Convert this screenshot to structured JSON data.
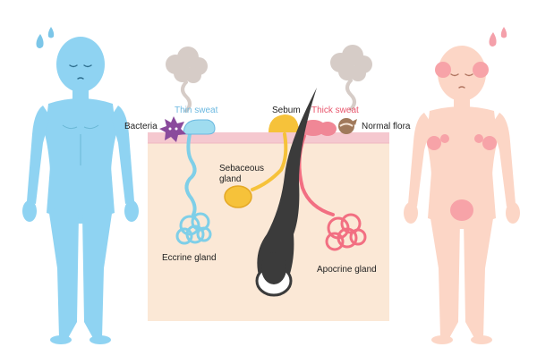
{
  "labels": {
    "thin_sweat": "Thin sweat",
    "bacteria": "Bacteria",
    "sebum": "Sebum",
    "thick_sweat": "Thick sweat",
    "normal_flora": "Normal flora",
    "sebaceous_gland_line1": "Sebaceous",
    "sebaceous_gland_line2": "gland",
    "eccrine_gland": "Eccrine gland",
    "apocrine_gland": "Apocrine gland"
  },
  "colors": {
    "blue_body": "#8fd3f2",
    "pink_body": "#fcd6c6",
    "pink_spots": "#f7a3a8",
    "skin_block": "#fbe8d6",
    "skin_top": "#f5c8cf",
    "eccrine": "#7fcfe8",
    "apocrine": "#f26f82",
    "sebaceous": "#f6c23a",
    "hair": "#3b3b3b",
    "odor_cloud": "#d6ccc7",
    "bacteria": "#8a4a9c",
    "flora": "#a0795b",
    "thin_sweat_text": "#6bb8e0",
    "thick_sweat_text": "#e8556c"
  },
  "icons": [
    "sweat-drops-icon",
    "odor-cloud-icon",
    "bacteria-icon",
    "normal-flora-icon",
    "blush-icon"
  ]
}
